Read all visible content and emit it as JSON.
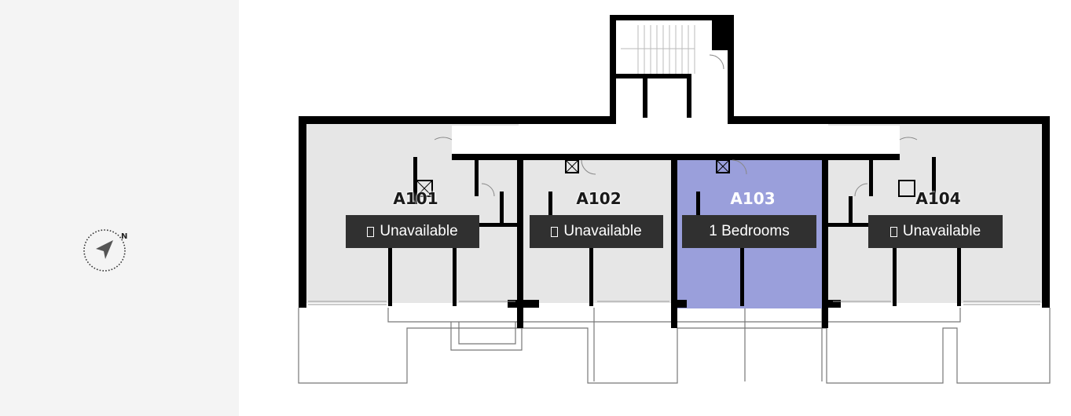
{
  "compass": {
    "label": "N"
  },
  "units": [
    {
      "id": "A101",
      "status": "Unavailable",
      "unavailable": true,
      "selected": false
    },
    {
      "id": "A102",
      "status": "Unavailable",
      "unavailable": true,
      "selected": false
    },
    {
      "id": "A103",
      "status": "1 Bedrooms",
      "unavailable": false,
      "selected": true
    },
    {
      "id": "A104",
      "status": "Unavailable",
      "unavailable": true,
      "selected": false
    }
  ],
  "colors": {
    "selected_unit": "#9a9fdb",
    "unit_fill": "#e6e6e6",
    "wall": "#000000",
    "label_bg": "#303030"
  }
}
